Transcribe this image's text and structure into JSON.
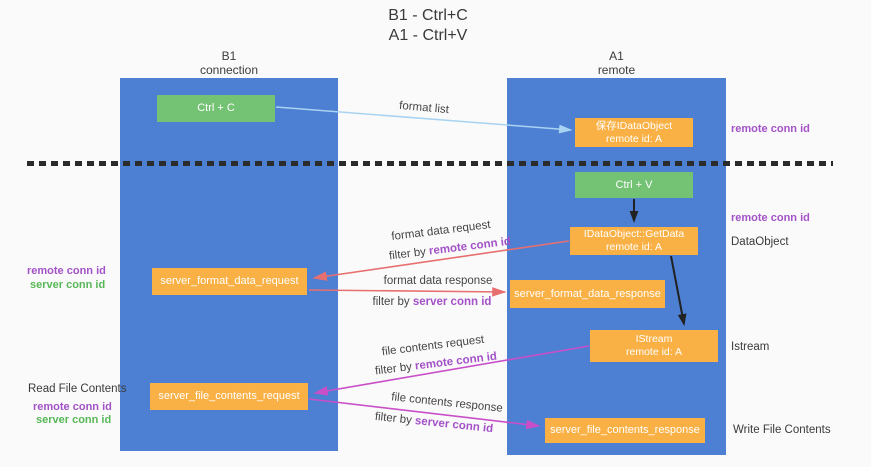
{
  "colors": {
    "column_blue": "#4d7fd3",
    "box_orange": "#f9b044",
    "box_green": "#74c274",
    "arrow_salmon": "#e86f6f",
    "arrow_magenta": "#c94fc9",
    "arrow_lightblue": "#a9d3f2",
    "arrow_black": "#222222",
    "label_purple": "#a352c7",
    "label_green": "#57b757"
  },
  "title": {
    "line1": "B1 - Ctrl+C",
    "line2": "A1 - Ctrl+V"
  },
  "lanes": {
    "left": {
      "name": "B1",
      "role": "connection"
    },
    "right": {
      "name": "A1",
      "role": "remote"
    }
  },
  "boxes": {
    "ctrl_c": {
      "label": "Ctrl + C"
    },
    "ctrl_v": {
      "label": "Ctrl + V"
    },
    "save_idataobject": {
      "line1": "保存IDataObject",
      "line2": "remote id: A"
    },
    "getdata": {
      "line1": "IDataObject::GetData",
      "line2": "remote id: A"
    },
    "istream": {
      "line1": "IStream",
      "line2": "remote id: A"
    },
    "server_format_data_request": {
      "label": "server_format_data_request"
    },
    "server_format_data_response": {
      "label": "server_format_data_response"
    },
    "server_file_contents_request": {
      "label": "server_file_contents_request"
    },
    "server_file_contents_response": {
      "label": "server_file_contents_response"
    }
  },
  "flow_labels": {
    "format_list": "format list",
    "format_data_request": {
      "title": "format data request",
      "filter_prefix": "filter by ",
      "filter_key": "remote conn id"
    },
    "format_data_response": {
      "title": "format data response",
      "filter_prefix": "filter by ",
      "filter_key": "server conn id"
    },
    "file_contents_request": {
      "title": "file contents request",
      "filter_prefix": "filter by ",
      "filter_key": "remote conn id"
    },
    "file_contents_response": {
      "title": "file contents response",
      "filter_prefix": "filter by ",
      "filter_key": "server conn id"
    }
  },
  "side_labels": {
    "right_remote_conn_id_top": "remote conn id",
    "right_remote_conn_id_mid": "remote conn id",
    "dataobject": "DataObject",
    "istream": "Istream",
    "write_file_contents": "Write File Contents",
    "left_remote_conn_id_top": "remote conn id",
    "left_server_conn_id_top": "server conn id",
    "read_file_contents": "Read File Contents",
    "left_remote_conn_id_bottom": "remote conn id",
    "left_server_conn_id_bottom": "server conn id"
  }
}
